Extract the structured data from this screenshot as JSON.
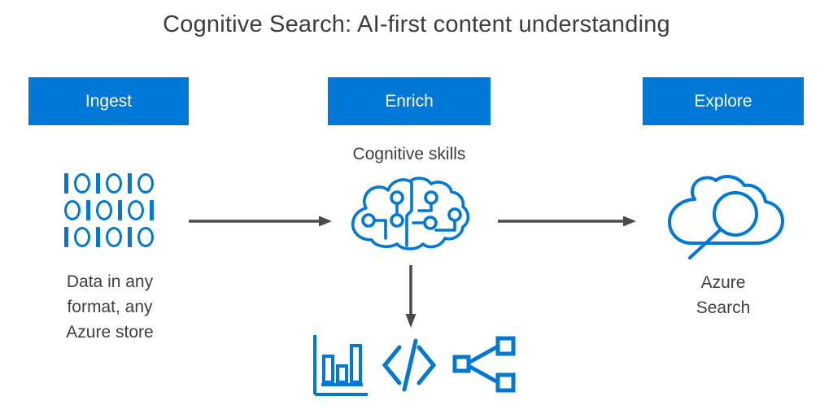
{
  "title": "Cognitive Search: AI-first content understanding",
  "stages": [
    {
      "label": "Ingest"
    },
    {
      "label": "Enrich"
    },
    {
      "label": "Explore"
    }
  ],
  "enrich_caption": "Cognitive skills",
  "binary_icon": {
    "rows": [
      "101010",
      "010101",
      "101010"
    ]
  },
  "ingest_caption": {
    "lines": [
      "Data in any",
      "format, any",
      "Azure store"
    ]
  },
  "explore_caption": {
    "lines": [
      "Azure",
      "Search"
    ]
  },
  "icons": {
    "binary_data": "rows of 1s and 0s",
    "brain_circuit": "cloud-shaped brain with circuit nodes",
    "cloud_search": "cloud with magnifier",
    "bar_chart": "three outlined bars on axis",
    "code": "</>",
    "share_graph": "node connected to two nodes"
  },
  "colors": {
    "box_blue": "#0078d7",
    "icon_blue": "#0078d4",
    "text_gray": "#3e3e3e",
    "arrow_gray": "#4a4a4a"
  }
}
